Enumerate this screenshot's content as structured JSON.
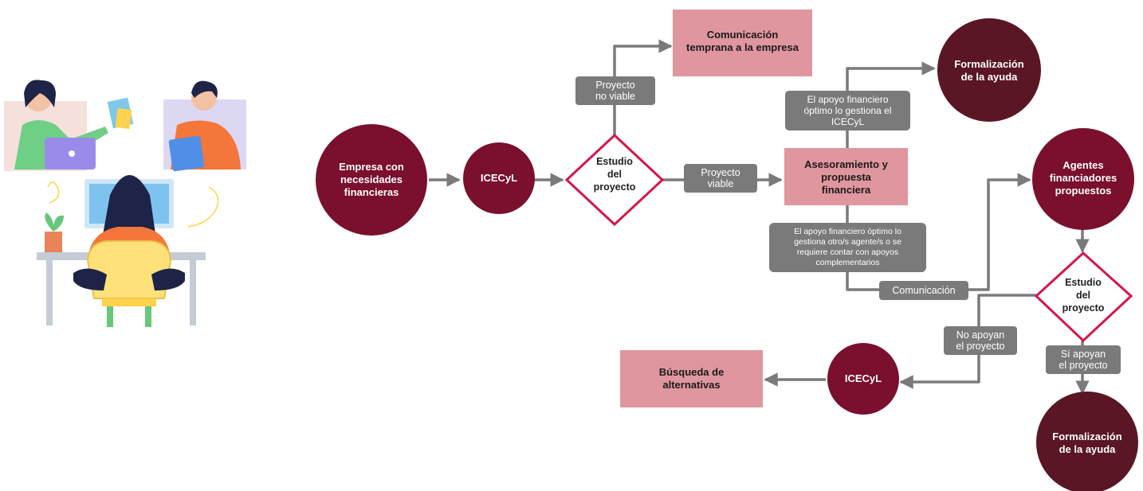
{
  "colors": {
    "circle_primary": "#7a0f2e",
    "circle_dark": "#5a1624",
    "rect_fill": "#e0969f",
    "diamond_stroke": "#d4164a",
    "connector": "#7a7a7a",
    "label_bg": "#7a7a7a"
  },
  "illustration": {
    "icon": "people-collaborating-illustration"
  },
  "nodes": {
    "empresa": "Empresa con\nnecesidades\nfinancieras",
    "icecyl_1": "ICECyL",
    "estudio_1": "Estudio\ndel\nproyecto",
    "comunicacion_temprana": "Comunicación\ntemprana a la empresa",
    "asesoramiento": "Asesoramiento y\npropuesta\nfinanciera",
    "formalizacion_1": "Formalización\nde la ayuda",
    "agentes": "Agentes\nfinanciadores\npropuestos",
    "estudio_2": "Estudio\ndel\nproyecto",
    "formalizacion_2": "Formalización\nde la ayuda",
    "icecyl_2": "ICECyL",
    "busqueda": "Búsqueda de\nalternativas"
  },
  "edge_labels": {
    "no_viable": "Proyecto\nno viable",
    "viable": "Proyecto\nviable",
    "gestiona_icecyl": "El apoyo financiero\nóptimo lo gestiona el\nICECyL",
    "gestiona_otros": "El apoyo financiero óptimo lo\ngestiona otro/s agente/s o se\nrequiere contar con apoyos\ncomplementarios",
    "comunicacion": "Comunicación",
    "no_apoyan": "No apoyan\nel proyecto",
    "si_apoyan": "Sí apoyan\nel proyecto"
  }
}
